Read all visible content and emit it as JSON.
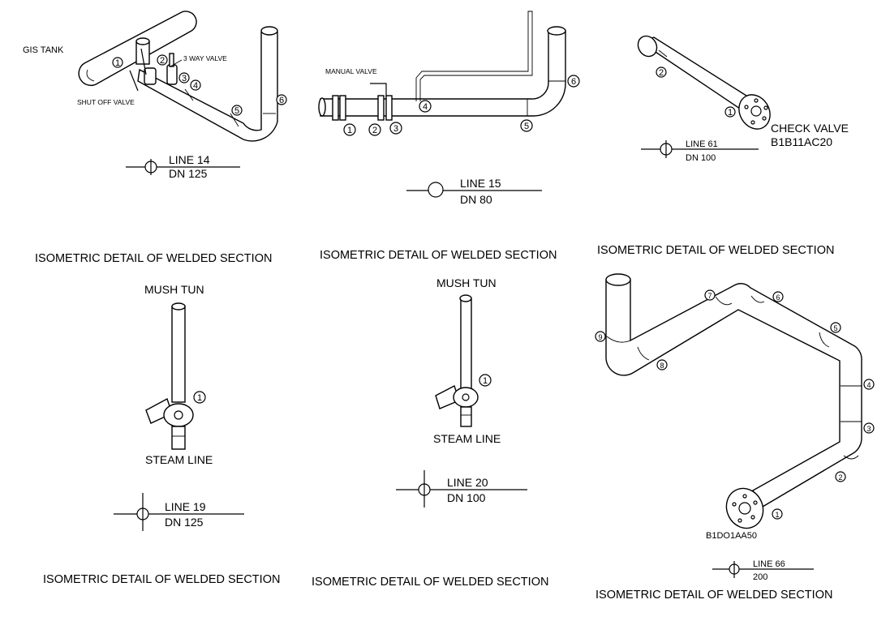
{
  "details": [
    {
      "id": "line14",
      "caption": "ISOMETRIC DETAIL OF WELDED SECTION",
      "labels": {
        "tank": "GIS TANK",
        "valve3": "3 WAY VALVE",
        "shutoff": "SHUT OFF VALVE"
      },
      "line": "LINE 14",
      "dn": "DN 125",
      "callouts": [
        "1",
        "2",
        "3",
        "4",
        "5",
        "6"
      ]
    },
    {
      "id": "line15",
      "caption": "ISOMETRIC DETAIL OF WELDED SECTION",
      "labels": {
        "manual": "MANUAL VALVE"
      },
      "line": "LINE 15",
      "dn": "DN 80",
      "callouts": [
        "1",
        "2",
        "3",
        "4",
        "5",
        "6"
      ]
    },
    {
      "id": "line61",
      "caption": "ISOMETRIC DETAIL OF WELDED SECTION",
      "labels": {
        "check": "CHECK VALVE",
        "code": "B1B11AC20"
      },
      "line": "LINE 61",
      "dn": "DN 100",
      "callouts": [
        "1",
        "2"
      ]
    },
    {
      "id": "line19",
      "caption": "ISOMETRIC DETAIL OF WELDED SECTION",
      "labels": {
        "top": "MUSH TUN",
        "bottom": "STEAM LINE"
      },
      "line": "LINE 19",
      "dn": "DN 125",
      "callouts": [
        "1"
      ]
    },
    {
      "id": "line20",
      "caption": "ISOMETRIC DETAIL OF WELDED SECTION",
      "labels": {
        "top": "MUSH TUN",
        "bottom": "STEAM LINE"
      },
      "line": "LINE 20",
      "dn": "DN 100",
      "callouts": [
        "1"
      ]
    },
    {
      "id": "line66",
      "caption": "ISOMETRIC DETAIL OF WELDED SECTION",
      "labels": {
        "code": "B1DO1AA50"
      },
      "line": "LINE 66",
      "dn": "200",
      "callouts": [
        "1",
        "2",
        "3",
        "4",
        "5",
        "6",
        "7",
        "8",
        "9"
      ]
    }
  ]
}
